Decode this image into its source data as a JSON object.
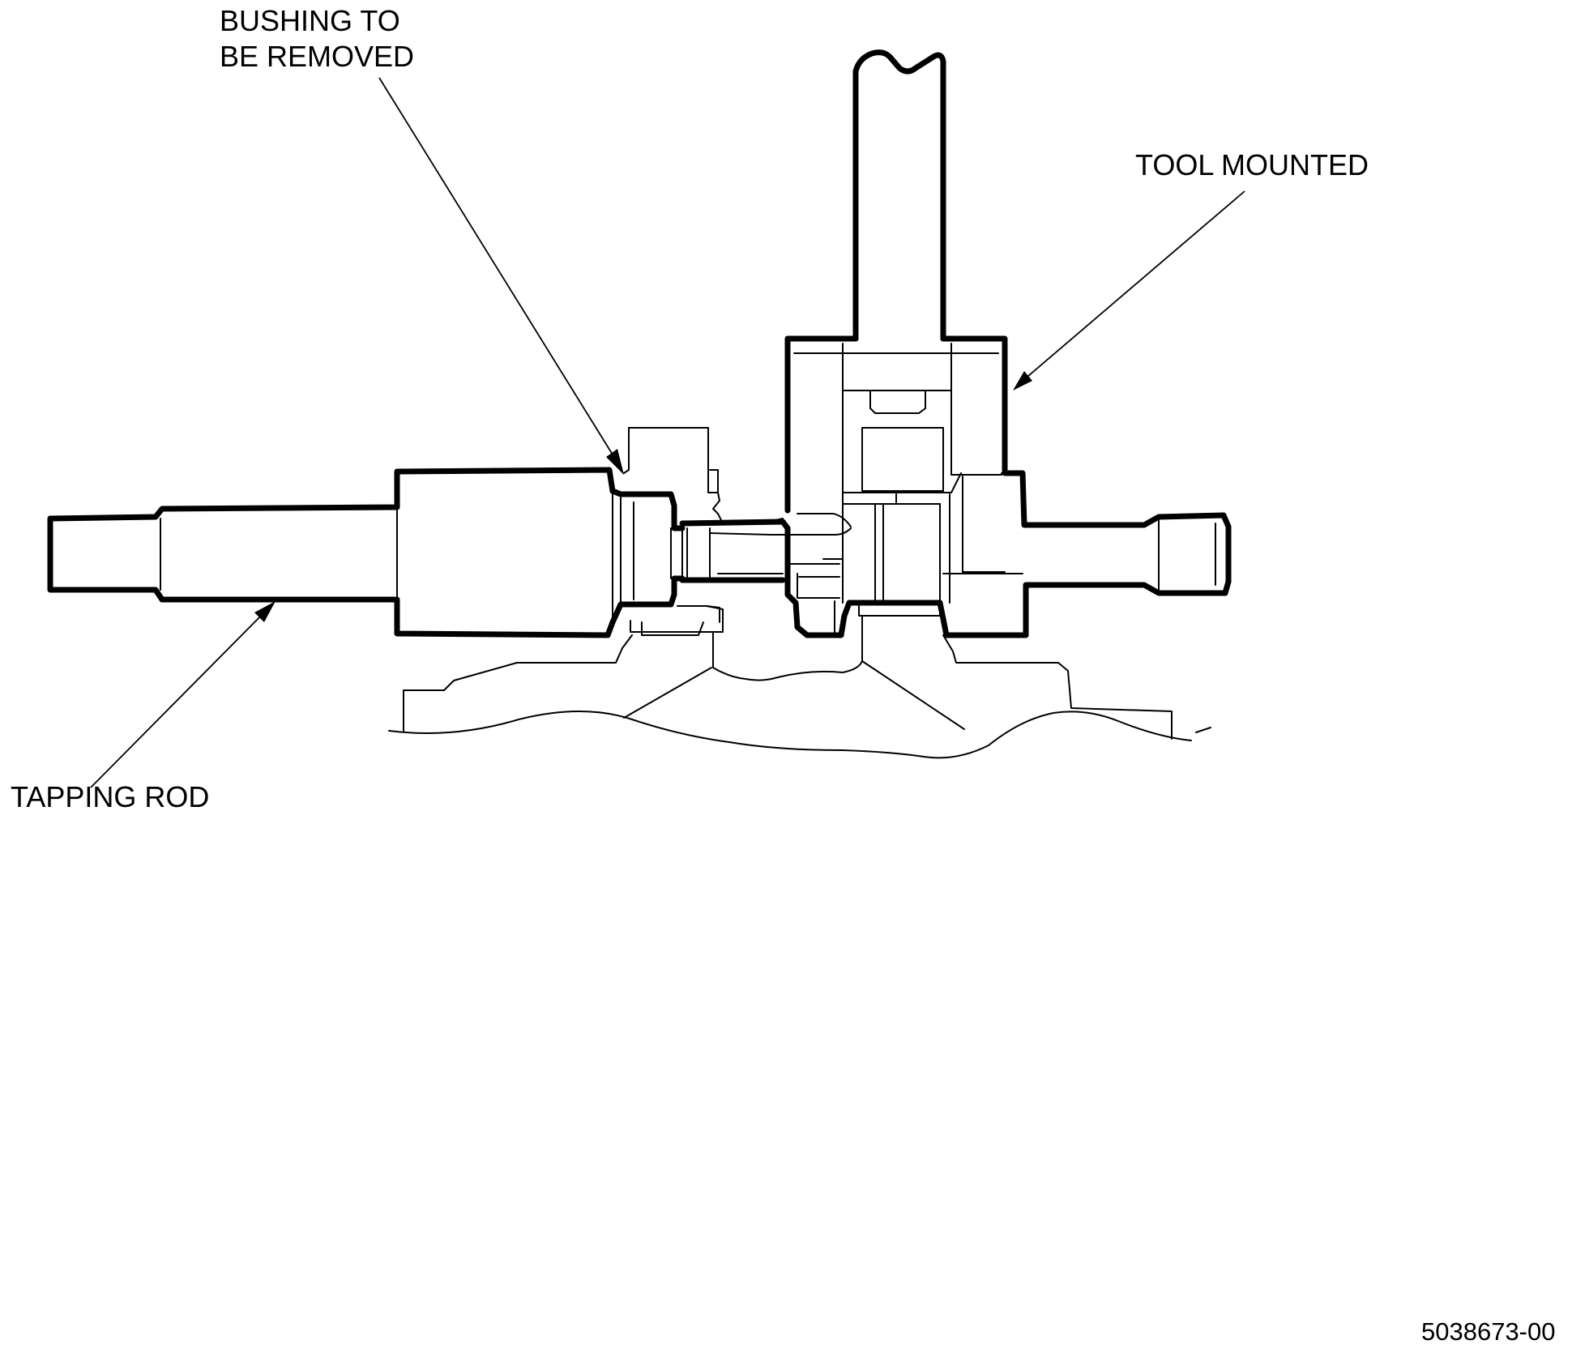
{
  "callouts": {
    "bushing": "BUSHING TO\nBE REMOVED",
    "tool": "TOOL MOUNTED",
    "rod": "TAPPING ROD"
  },
  "drawing_number": "5038673-00",
  "colors": {
    "ink": "#000000",
    "background": "#ffffff"
  }
}
